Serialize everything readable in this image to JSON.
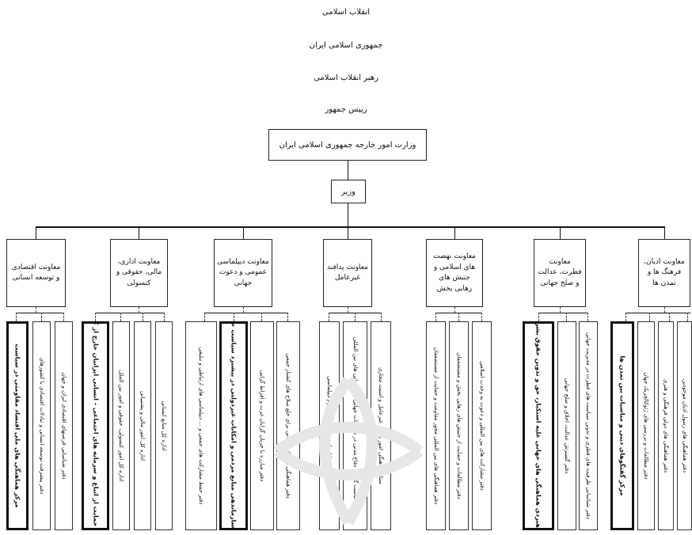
{
  "top": {
    "l1": "انقلاب اسلامی",
    "l2": "جمهوری اسلامی ایران",
    "l3": "رهبر انقلاب اسلامی",
    "l4": "رییس جمهور",
    "ministry": "وزارت امور خارجه جمهوری اسلامی ایران",
    "minister": "وزیر"
  },
  "departments": [
    {
      "label": "معاونت اقتصادی و توسعه انسانی",
      "cols": [
        {
          "text": "مرکز هماهنگی های ملی اقتصاد مقاومتی در سیاست",
          "bold": true
        },
        {
          "text": "دفتر پیشرفت توسعه انسانی و تبادلات اقتصادی با کشورهای",
          "bold": false
        },
        {
          "text": "دفتر شناسایی فرصتهای اقتصادی ایران و جهان",
          "bold": false
        }
      ]
    },
    {
      "label": "معاونت اداری، مالی، حقوقی و کنسولی",
      "cols": [
        {
          "text": "مرکز حمایت از اتباع و سرمایه های اجتماعی - انسانی ایرانیان خارج از کشور",
          "bold": true
        },
        {
          "text": "اداره کل امور کنسولی، حقوقی و امور بین الملل",
          "bold": false
        },
        {
          "text": "اداره کل امور مالی و پشتیبانی",
          "bold": false
        },
        {
          "text": "اداره کل منابع انسانی",
          "bold": false
        }
      ]
    },
    {
      "label": "معاونت دیپلماسی عمومی و دعوت جهانی",
      "cols": [
        {
          "text": "دفتر حفظ مشارکت های جمعی و ... دیپلماسی های ارتباطی و تبلیغی",
          "bold": false
        },
        {
          "text": "مرکز سازماندهی منابع مردمی و امکانات غیردولتی در پیشبرد سیاست خارجی",
          "bold": true
        },
        {
          "text": "دفتر مبارزه با جریان گرایان غرب و افراط گرایی",
          "bold": false
        },
        {
          "text": "دفتر هماهنگی معاملات جهانی برای خلع سلاح های کشتار جمعی",
          "bold": false
        }
      ]
    },
    {
      "label": "معاونت پدافند غیرعامل",
      "cols": [
        {
          "text": "دفتر مقابله با نفوذ و تهدیدات نرم دیپلماسی",
          "bold": false
        },
        {
          "text": "دفتر سیاست گذاری دفاع مدنی در مناسبات جهانی و سازمانی های بین المللی",
          "bold": false
        },
        {
          "text": "ستاد هماهنگی امور پدافند غیرعامل و امنیت مجازی",
          "bold": false
        }
      ]
    },
    {
      "label": "معاونت نهضت های اسلامی و جنبش های رهایی بخش",
      "cols": [
        {
          "text": "دفتر هماهنگی های بین المللی محور مقاومت و حمایت از مستضعفان",
          "bold": false
        },
        {
          "text": "دفتر مطالعات و حمایت از جنبش های رهایی بخش و مستضعفان",
          "bold": false
        },
        {
          "text": "دفتر مشارکت های بین المللی و دعوت به وحدت اسلامی",
          "bold": false
        }
      ]
    },
    {
      "label": "معاونت فطرت، عدالت و صلح جهانی",
      "cols": [
        {
          "text": "مرکز راهبردی هماهنگی های جهانی علیه استکبار، حق و تدوین حقوق بشر فطری",
          "bold": true
        },
        {
          "text": "دفتر گسترش عدالت، اخلاق و صلح جهانی",
          "bold": false
        },
        {
          "text": "دفتر شناسایی ظرفیت های فطری و تدوین سیاست های فطرت در مدیریت جهانی",
          "bold": false
        }
      ]
    },
    {
      "label": "معاونت ادیان، فرهنگ ها و تمدن ها",
      "cols": [
        {
          "text": "مرکز گفتگوهای دینی و مناسبات بین تمدن ها",
          "bold": true
        },
        {
          "text": "دفتر مطالعات و بررسی های ژئوکالچریک جهان",
          "bold": false
        },
        {
          "text": "دفتر هماهنگی های دولی فرهنگی و هنری",
          "bold": false
        },
        {
          "text": "دفتر هماهنگی های رسول ادیان موجودین",
          "bold": false
        }
      ]
    }
  ]
}
